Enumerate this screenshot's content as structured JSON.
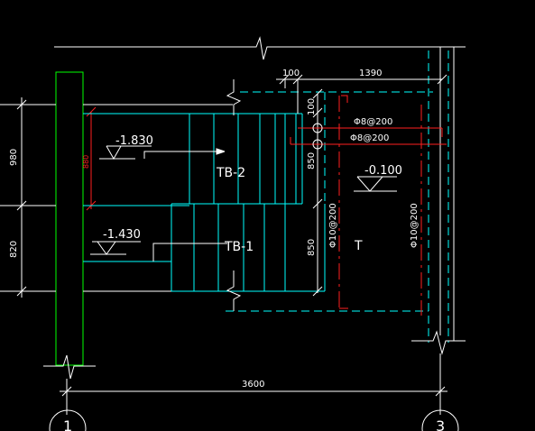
{
  "colors": {
    "background": "#000000",
    "line": "#ffffff",
    "stair": "#00ffff",
    "wall": "#00ff00",
    "rebar": "#ff2020"
  },
  "labels": {
    "dim_top_100": "100",
    "dim_top_1390": "1390",
    "dim_side_100": "100",
    "dim_left_980": "980",
    "dim_left_820": "820",
    "dim_red_880": "880",
    "dim_850_upper": "850",
    "dim_850_lower": "850",
    "dim_bottom_3600": "3600",
    "elev_upper": "-1.830",
    "elev_lower": "-1.430",
    "elev_right": "-0.100",
    "tb_upper": "TB-2",
    "tb_lower": "TB-1",
    "rebar_top_1": "Φ8@200",
    "rebar_top_2": "Φ8@200",
    "rebar_v_left": "Φ10@200",
    "rebar_v_right": "Φ10@200",
    "mark_t": "T",
    "axis_left": "1",
    "axis_right": "3"
  }
}
